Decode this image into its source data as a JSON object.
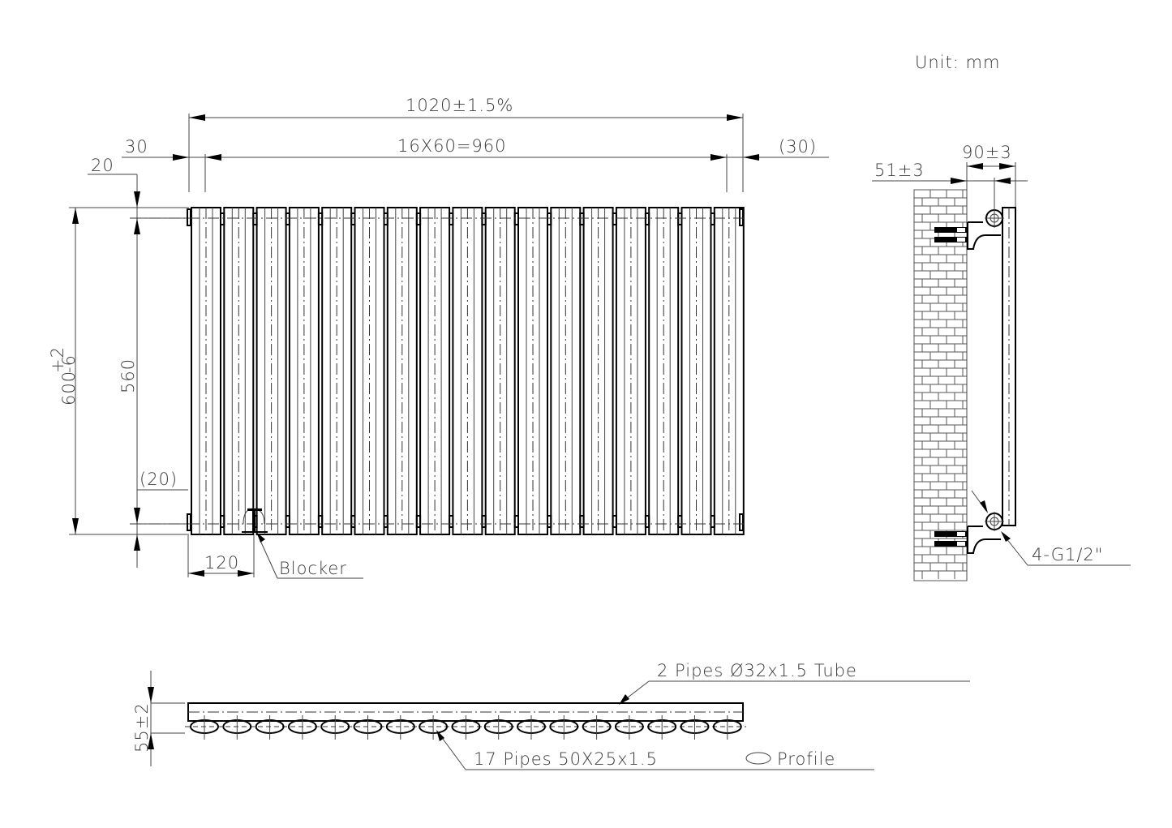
{
  "drawing": {
    "unit_label": "Unit: mm",
    "front_view": {
      "overall_width": "1020±1.5%",
      "tube_pitch": "16X60=960",
      "left_offset": "30",
      "right_offset": "(30)",
      "top_offset": "20",
      "overall_height": "600",
      "overall_height_tol_upper": "+2",
      "overall_height_tol_lower": "-6",
      "centres_height": "560",
      "bottom_offset": "(20)",
      "blocker_distance": "120",
      "blocker_label": "Blocker",
      "tube_count": 17
    },
    "side_view": {
      "wall_gap": "51±3",
      "depth": "90±3",
      "connection_label": "4-G1/2\""
    },
    "top_view": {
      "depth": "55±2",
      "header_label": "2 Pipes Ø32x1.5 Tube",
      "profile_label": "17 Pipes 50X25x1.5",
      "profile_suffix": "Profile",
      "profile_count": 17
    }
  },
  "colors": {
    "line": "#000000",
    "text": "#3a3a3a",
    "background": "#ffffff"
  }
}
